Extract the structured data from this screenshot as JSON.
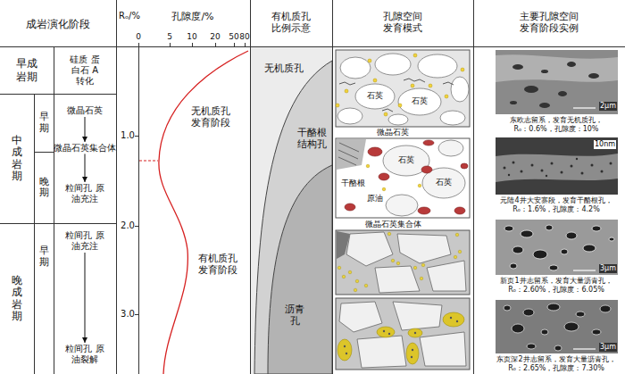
{
  "diagram": {
    "nodes": [
      {
        "text": [
          "早成岩期"
        ]
      },
      {
        "text": [
          "硅质 蛋白石 A转化"
        ]
      },
      {
        "text": [
          "中成岩期"
        ]
      },
      {
        "text": [
          "早期"
        ]
      },
      {
        "text": [
          "微晶石英"
        ]
      },
      {
        "text": [
          "微晶石英集合体"
        ]
      },
      {
        "text": [
          "晚期"
        ]
      },
      {
        "text": [
          "粒间孔 原油充注"
        ]
      },
      {
        "text": [
          "晚成岩期"
        ]
      },
      {
        "text": [
          "早期"
        ]
      },
      {
        "text": [
          "粒间孔 原油充注"
        ]
      },
      {
        "text": [
          "粒间孔 原油裂解"
        ]
      }
    ],
    "edges": [
      {
        "from": 4,
        "to": 5,
        "arrow": "to"
      },
      {
        "from": 5,
        "to": 7,
        "arrow": "to"
      },
      {
        "from": 10,
        "to": 11,
        "arrow": "to"
      }
    ],
    "labels": [
      "成岩演化阶段",
      "Rₒ/%",
      "孔隙度/%",
      "0",
      "5",
      "10",
      "20",
      "50",
      "80",
      "有机质孔 比例示意",
      "孔隙空间 发育模式",
      "主要孔隙空间 发育阶段实例",
      "1.0",
      "2.0",
      "3.0",
      "无机质孔 发育阶段",
      "有机质孔 发育阶段",
      "无机质孔",
      "干酪根 结构孔",
      "沥青 孔",
      "石英",
      "石英",
      "微晶石英",
      "石英",
      "石英",
      "干酪根",
      "原油",
      "微晶石英集合体",
      "2μm",
      "东欧志留系，发育无机质孔， Rₒ：0.6%，孔隙度：10%",
      "10nm",
      "元陆4井大安寨段，发育干酪根孔， Rₒ：1.6%，孔隙度：4.2%",
      "3μm",
      "新页1井志留系，发育大量沥青孔， Rₒ：2.60%，孔隙度：6.05%",
      "3μm",
      "东页深2井志留系，发育大量沥青孔， Rₒ：2.65%，孔隙度：7.30%"
    ]
  }
}
